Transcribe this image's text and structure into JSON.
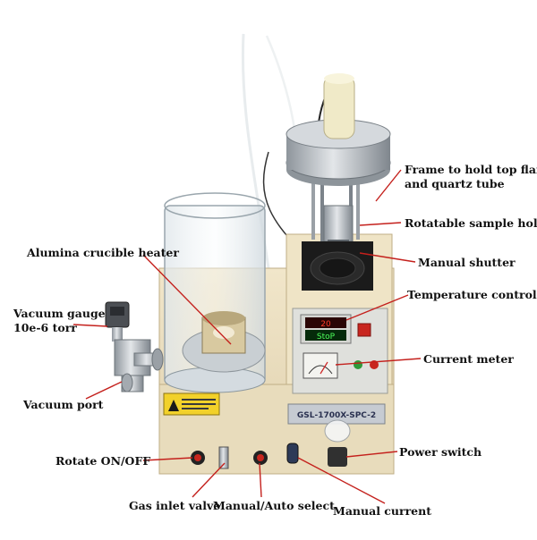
{
  "labels": {
    "frame": "Frame to hold top flange and quartz tube",
    "frame_line1": "Frame to hold top flange",
    "frame_line2": "and quartz tube",
    "rotatable": "Rotatable sample holder",
    "shutter": "Manual shutter",
    "temp_controller": "Temperature controller",
    "current_meter": "Current meter",
    "power_switch": "Power switch",
    "manual_current": "Manual current",
    "manual_auto": "Manual/Auto select",
    "gas_inlet": "Gas inlet valve",
    "rotate": "Rotate ON/OFF",
    "vacuum_port": "Vacuum port",
    "vacuum_gauge_line1": "Vacuum gauge",
    "vacuum_gauge_line2": "10e-6 torr",
    "alumina": "Alumina crucible heater"
  },
  "panel": {
    "model": "GSL-1700X-SPC-2",
    "display_top": "20",
    "display_bottom": "StoP"
  },
  "colors": {
    "callout_line": "#c4201c",
    "body": "#ece0c2",
    "steel": "#b9bec4",
    "label_text": "#111111"
  }
}
